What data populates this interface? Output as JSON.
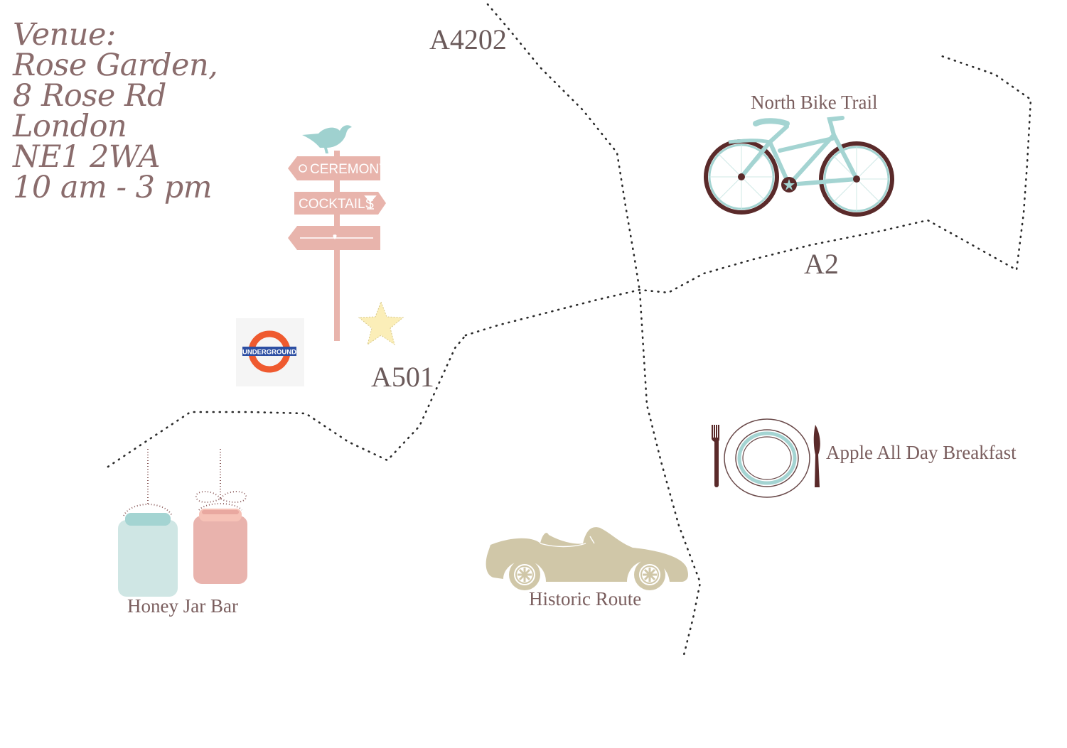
{
  "venue": {
    "lines": [
      "Venue:",
      "Rose Garden,",
      "8 Rose Rd",
      "London",
      "NE1 2WA",
      "10 am - 3 pm"
    ]
  },
  "roads": {
    "a4202": "A4202",
    "a2": "A2",
    "a501": "A501"
  },
  "places": {
    "north_bike_trail": "North Bike Trail",
    "apple_breakfast": "Apple All Day Breakfast",
    "historic_route": "Historic Route",
    "honey_jar_bar": "Honey Jar Bar"
  },
  "signpost": {
    "sign1": "CEREMONY",
    "sign2": "COCKTAILS"
  },
  "underground": {
    "label": "UNDERGROUND"
  },
  "colors": {
    "venue_text": "#8a6c6c",
    "sign_pink": "#e8b4ac",
    "bird_teal": "#9fd1cf",
    "bike_teal": "#a4d4d2",
    "tire_brown": "#5a2a2a",
    "car_beige": "#d0c7a8",
    "jar_teal": "#cfe6e4",
    "jar_pink": "#e9b3ad",
    "star_yellow": "#fbeeb8",
    "underground_red": "#ef5a2f",
    "underground_blue": "#2d4fa3"
  },
  "icons": [
    "bird-icon",
    "signpost-icon",
    "star-icon",
    "underground-icon",
    "bicycle-icon",
    "plate-cutlery-icon",
    "convertible-car-icon",
    "jar-icon"
  ]
}
